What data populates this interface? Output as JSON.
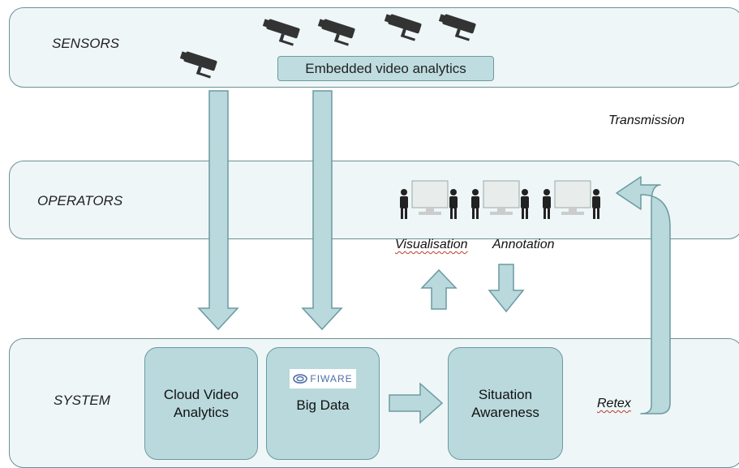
{
  "bands": {
    "sensors_label": "SENSORS",
    "operators_label": "OPERATORS",
    "system_label": "SYSTEM"
  },
  "sensors": {
    "embedded_label": "Embedded video analytics",
    "camera_count": 5
  },
  "labels": {
    "transmission": "Transmission",
    "visualisation": "Visualisation",
    "annotation": "Annotation",
    "retex": "Retex"
  },
  "system": {
    "cloud_video_analytics": "Cloud Video\nAnalytics",
    "fiware_logo": "FIWARE",
    "big_data": "Big Data",
    "situation_awareness": "Situation\nAwareness"
  },
  "operators": {
    "workstation_count": 3
  },
  "colors": {
    "band_fill": "#eef6f7",
    "box_fill": "#b9d9dc",
    "arrow_fill": "#b9d9dc",
    "arrow_stroke": "#6b9aa1"
  }
}
